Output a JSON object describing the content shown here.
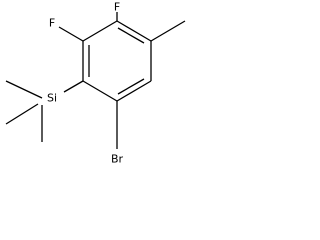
{
  "structure": {
    "atoms": {
      "fluorine_top": "F",
      "fluorine_left": "F",
      "silicon": "Si",
      "bromine": "Br"
    },
    "bond_color": "#000000",
    "background": "#ffffff"
  }
}
